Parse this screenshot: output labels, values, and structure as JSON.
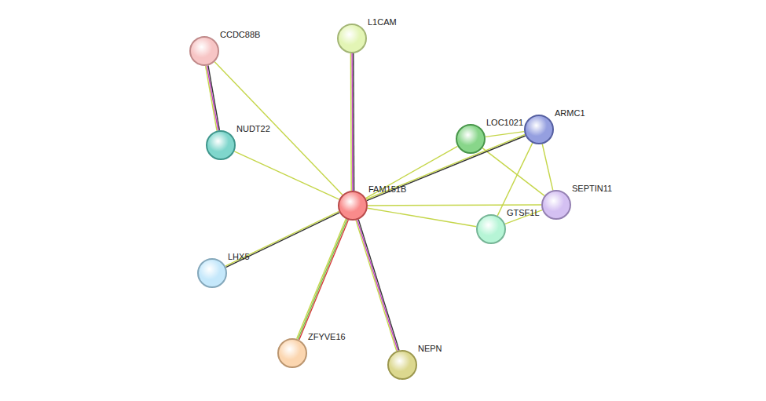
{
  "diagram": {
    "nodes": [
      {
        "text": [
          "CCDC88B"
        ]
      },
      {
        "text": [
          "L1CAM"
        ]
      },
      {
        "text": [
          "NUDT22"
        ]
      },
      {
        "text": [
          "LOC1021"
        ]
      },
      {
        "text": [
          "ARMC1"
        ]
      },
      {
        "text": [
          "FAM151B"
        ]
      },
      {
        "text": [
          "SEPTIN11"
        ]
      },
      {
        "text": [
          "GTSF1L"
        ]
      },
      {
        "text": [
          "LHX5"
        ]
      },
      {
        "text": [
          "ZFYVE16"
        ]
      },
      {
        "text": [
          "NEPN"
        ]
      }
    ],
    "edges": [
      {
        "from": 0,
        "to": 2,
        "arrow": "none"
      },
      {
        "from": 0,
        "to": 5,
        "arrow": "none"
      },
      {
        "from": 1,
        "to": 5,
        "arrow": "none"
      },
      {
        "from": 2,
        "to": 5,
        "arrow": "none"
      },
      {
        "from": 3,
        "to": 4,
        "arrow": "none"
      },
      {
        "from": 3,
        "to": 5,
        "arrow": "none"
      },
      {
        "from": 3,
        "to": 6,
        "arrow": "none"
      },
      {
        "from": 4,
        "to": 5,
        "arrow": "none"
      },
      {
        "from": 4,
        "to": 6,
        "arrow": "none"
      },
      {
        "from": 4,
        "to": 7,
        "arrow": "none"
      },
      {
        "from": 5,
        "to": 6,
        "arrow": "none"
      },
      {
        "from": 5,
        "to": 7,
        "arrow": "none"
      },
      {
        "from": 7,
        "to": 6,
        "arrow": "none"
      },
      {
        "from": 5,
        "to": 8,
        "arrow": "none"
      },
      {
        "from": 5,
        "to": 9,
        "arrow": "none"
      },
      {
        "from": 5,
        "to": 10,
        "arrow": "none"
      }
    ]
  }
}
